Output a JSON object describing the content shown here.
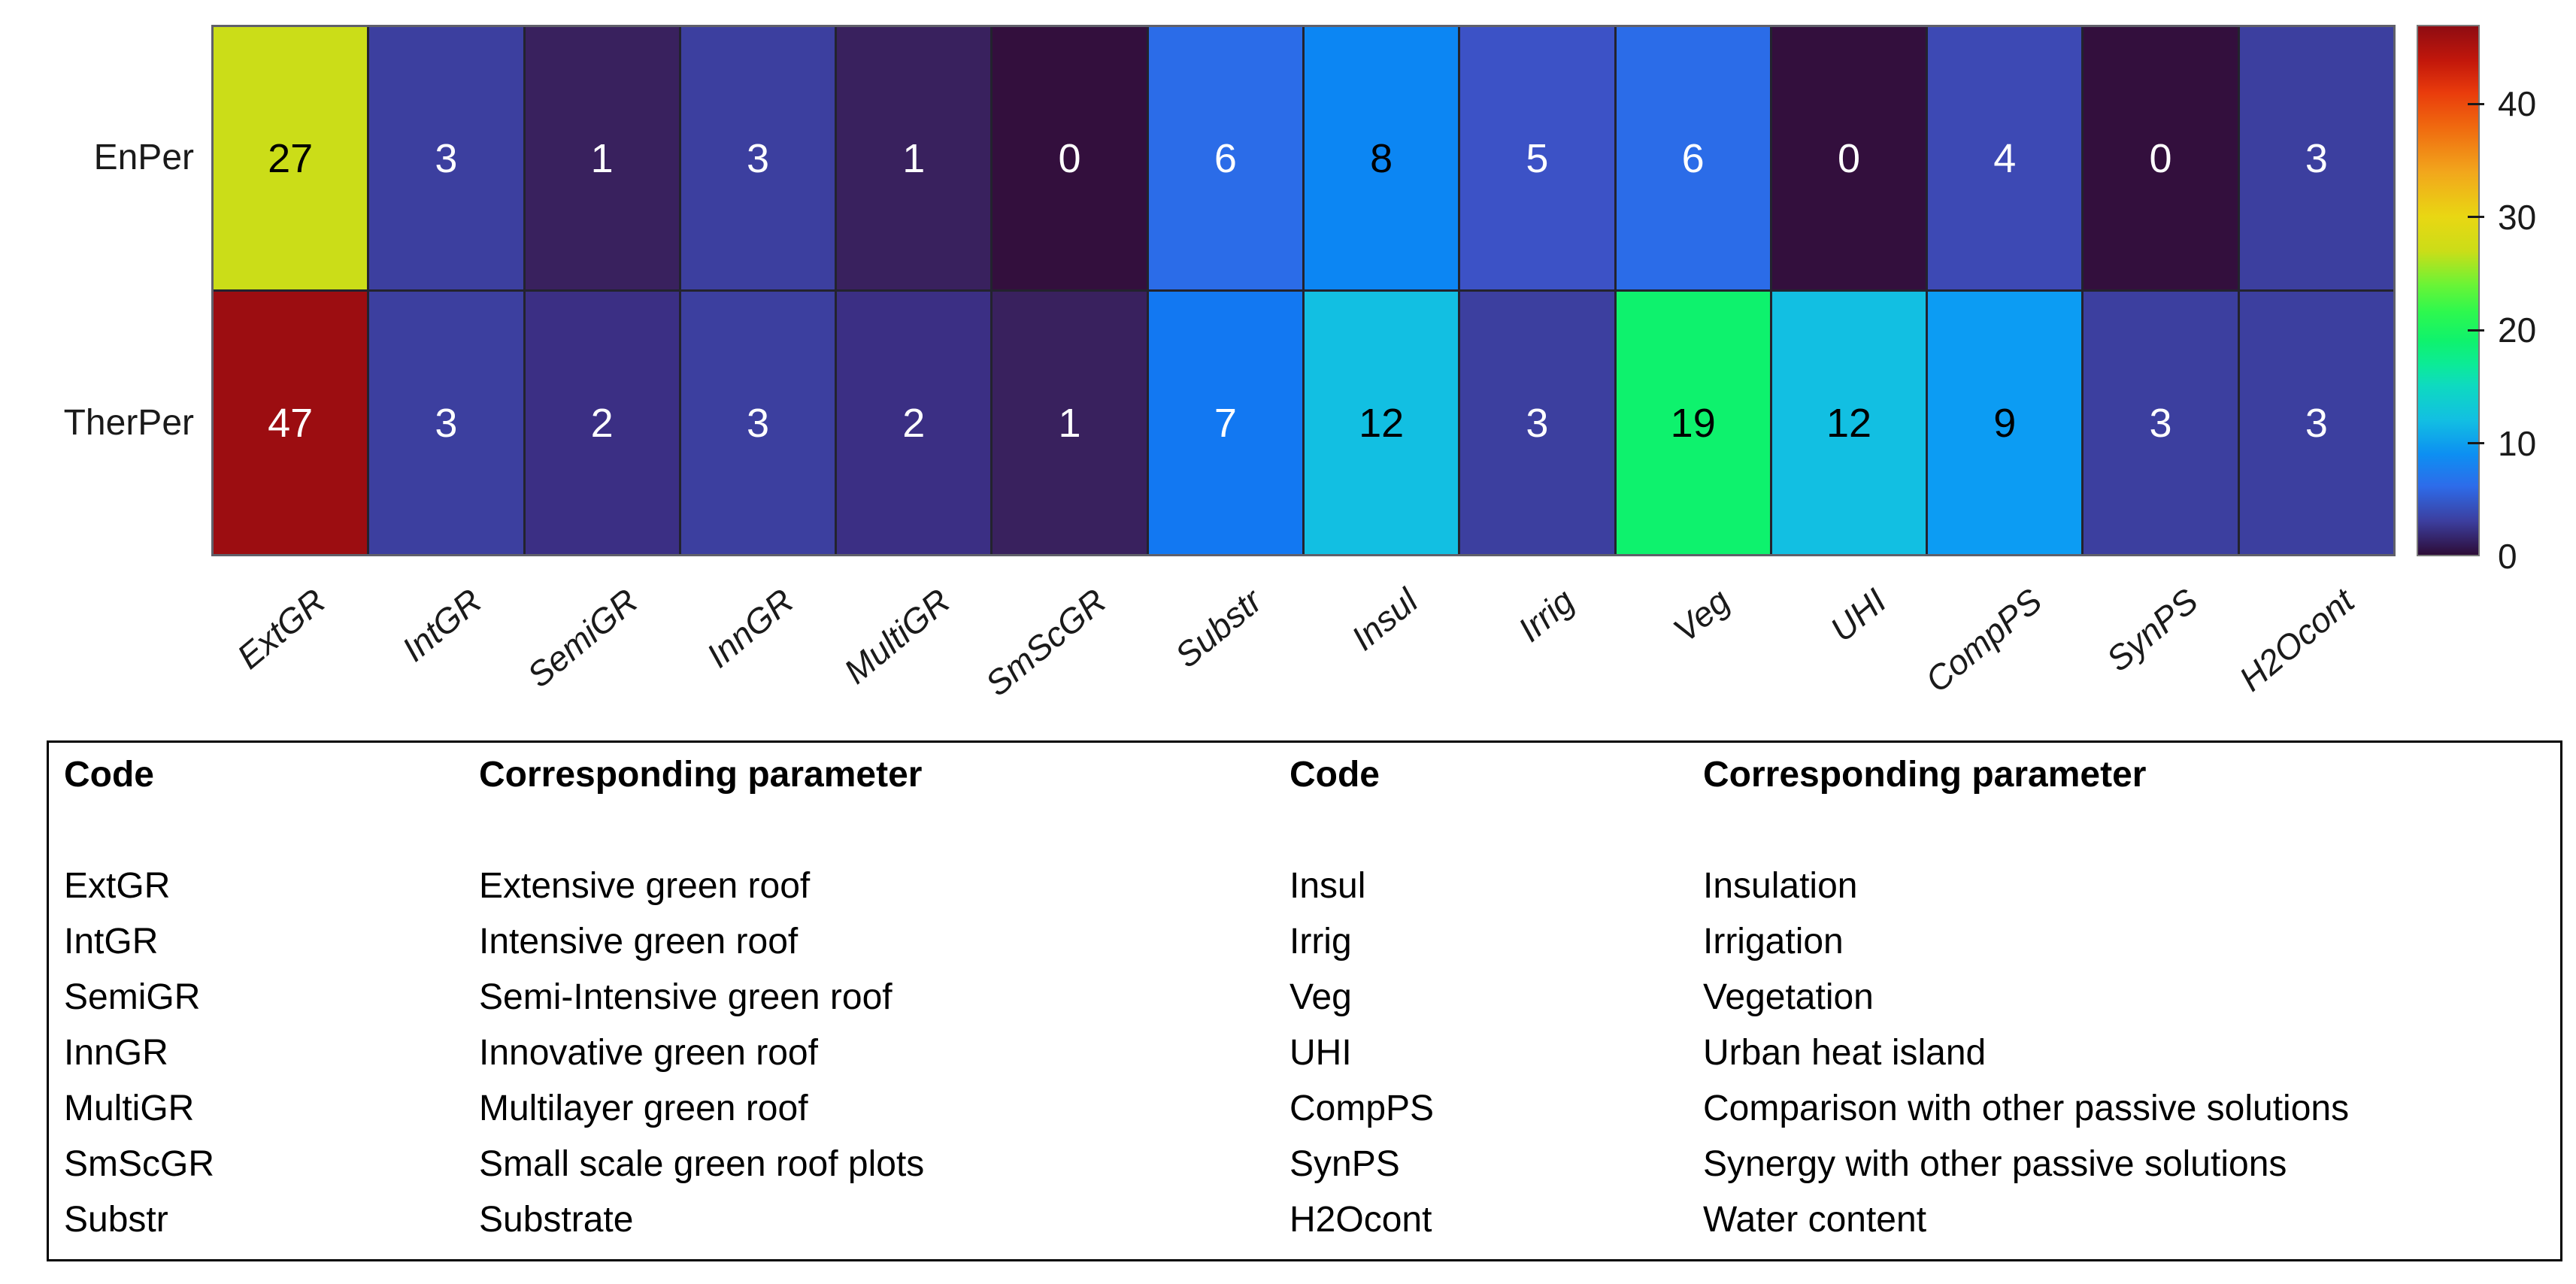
{
  "chart_data": {
    "type": "heatmap",
    "title": "",
    "x_categories": [
      "ExtGR",
      "IntGR",
      "SemiGR",
      "InnGR",
      "MultiGR",
      "SmScGR",
      "Substr",
      "Insul",
      "Irrig",
      "Veg",
      "UHI",
      "CompPS",
      "SynPS",
      "H2Ocont"
    ],
    "y_categories": [
      "EnPer",
      "TherPer"
    ],
    "series": [
      {
        "name": "EnPer",
        "values": [
          27,
          3,
          1,
          3,
          1,
          0,
          6,
          8,
          5,
          6,
          0,
          4,
          0,
          3
        ]
      },
      {
        "name": "TherPer",
        "values": [
          47,
          3,
          2,
          3,
          2,
          1,
          7,
          12,
          3,
          19,
          12,
          9,
          3,
          3
        ]
      }
    ],
    "cell_text_colors": [
      [
        "#000000",
        "#ffffff",
        "#ffffff",
        "#ffffff",
        "#ffffff",
        "#ffffff",
        "#ffffff",
        "#000000",
        "#ffffff",
        "#ffffff",
        "#ffffff",
        "#ffffff",
        "#ffffff",
        "#ffffff"
      ],
      [
        "#ffffff",
        "#ffffff",
        "#ffffff",
        "#ffffff",
        "#ffffff",
        "#ffffff",
        "#ffffff",
        "#000000",
        "#ffffff",
        "#000000",
        "#000000",
        "#000000",
        "#ffffff",
        "#ffffff"
      ]
    ],
    "value_colors": {
      "0": "#330f3d",
      "1": "#39215e",
      "2": "#3b2f84",
      "3": "#3c3f9f",
      "4": "#3d49b4",
      "5": "#3c52c6",
      "6": "#2b6ce8",
      "7": "#1278f2",
      "8": "#0c86f3",
      "9": "#0c9cf3",
      "12": "#12bfe2",
      "19": "#0ef26d",
      "27": "#cbdd18",
      "47": "#9c0d11"
    },
    "colorbar": {
      "min": 0,
      "max": 47,
      "ticks": [
        0,
        10,
        20,
        30,
        40
      ],
      "gradient": [
        [
          0,
          "#2d0c37"
        ],
        [
          0.064,
          "#3c3f9f"
        ],
        [
          0.13,
          "#2d6cea"
        ],
        [
          0.19,
          "#0d8ff2"
        ],
        [
          0.255,
          "#12bfe2"
        ],
        [
          0.32,
          "#0edac0"
        ],
        [
          0.36,
          "#0ceb97"
        ],
        [
          0.405,
          "#0ff26d"
        ],
        [
          0.46,
          "#2ef84e"
        ],
        [
          0.51,
          "#69f436"
        ],
        [
          0.575,
          "#cbdd18"
        ],
        [
          0.64,
          "#e9d713"
        ],
        [
          0.725,
          "#f2a61c"
        ],
        [
          0.81,
          "#f0690f"
        ],
        [
          0.875,
          "#e93b0c"
        ],
        [
          0.935,
          "#c2170b"
        ],
        [
          1,
          "#8f0c12"
        ]
      ]
    },
    "grid": true,
    "legend_position": "right"
  },
  "legend_table": {
    "headers": {
      "code_left": "Code",
      "param_left": "Corresponding parameter",
      "code_right": "Code",
      "param_right": "Corresponding parameter"
    },
    "left_rows": [
      [
        "ExtGR",
        "Extensive green roof"
      ],
      [
        "IntGR",
        "Intensive green roof"
      ],
      [
        "SemiGR",
        "Semi-Intensive green roof"
      ],
      [
        "InnGR",
        "Innovative green roof"
      ],
      [
        "MultiGR",
        "Multilayer green roof"
      ],
      [
        "SmScGR",
        "Small scale green roof plots"
      ],
      [
        "Substr",
        "Substrate"
      ]
    ],
    "right_rows": [
      [
        "Insul",
        "Insulation"
      ],
      [
        "Irrig",
        "Irrigation"
      ],
      [
        "Veg",
        "Vegetation"
      ],
      [
        "UHI",
        "Urban heat island"
      ],
      [
        "CompPS",
        "Comparison with other passive solutions"
      ],
      [
        "SynPS",
        "Synergy with other passive solutions"
      ],
      [
        "H2Ocont",
        "Water content"
      ]
    ]
  }
}
